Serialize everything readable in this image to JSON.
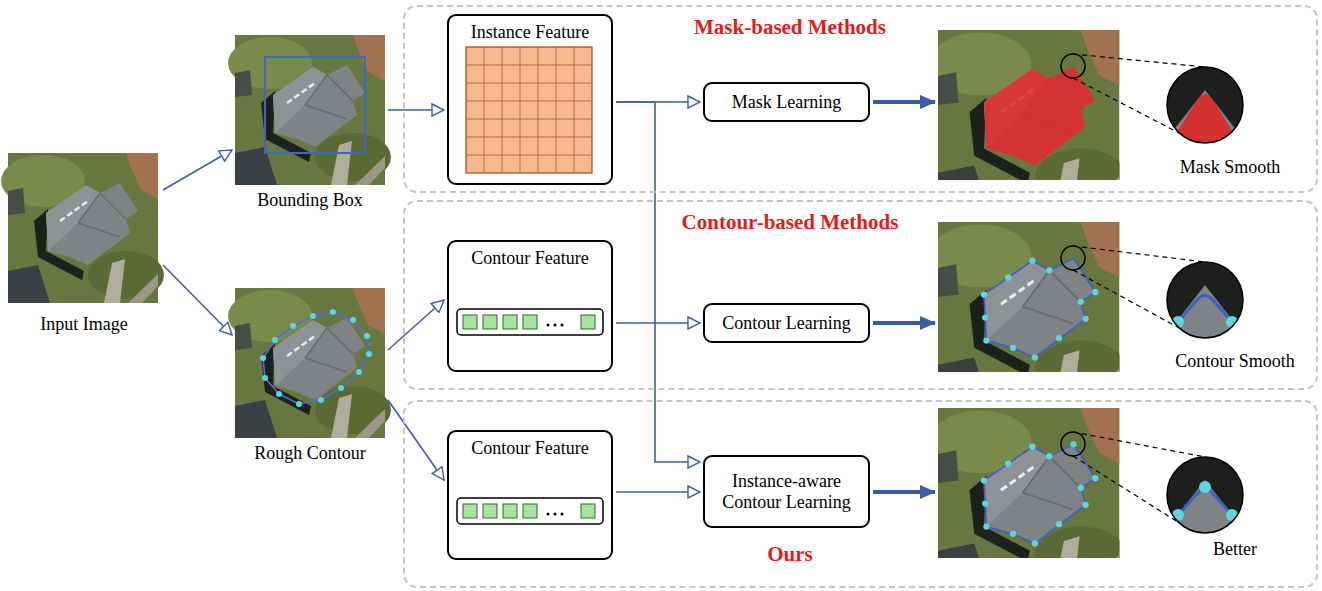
{
  "diagram": {
    "nodes": [
      {
        "text": [
          "Input Image"
        ]
      },
      {
        "text": [
          "Bounding Box"
        ]
      },
      {
        "text": [
          "Rough Contour"
        ]
      },
      {
        "text": [
          "Mask-based Methods"
        ]
      },
      {
        "text": [
          "Instance Feature"
        ],
        "in": 3
      },
      {
        "text": [
          "Mask Learning"
        ],
        "in": 3
      },
      {
        "text": [
          "Mask Smooth"
        ],
        "in": 3
      },
      {
        "text": [
          "Contour-based Methods"
        ]
      },
      {
        "text": [
          "Contour Feature"
        ],
        "in": 7
      },
      {
        "text": [
          "Contour Learning"
        ],
        "in": 7
      },
      {
        "text": [
          "Contour Smooth"
        ],
        "in": 7
      },
      {
        "text": [
          "Ours"
        ]
      },
      {
        "text": [
          "Contour Feature"
        ],
        "in": 11
      },
      {
        "text": [
          "Instance-aware Contour Learning"
        ],
        "in": 11
      },
      {
        "text": [
          "Better"
        ],
        "in": 11
      }
    ],
    "edges": [
      {
        "from": 0,
        "to": 1,
        "arrow": "to"
      },
      {
        "from": 0,
        "to": 2,
        "arrow": "to"
      },
      {
        "from": 1,
        "to": 4,
        "arrow": "to"
      },
      {
        "from": 2,
        "to": 8,
        "arrow": "to"
      },
      {
        "from": 2,
        "to": 12,
        "arrow": "to"
      },
      {
        "from": 4,
        "to": 5,
        "arrow": "to"
      },
      {
        "from": 4,
        "to": 13,
        "arrow": "to"
      },
      {
        "from": 8,
        "to": 9,
        "arrow": "to"
      },
      {
        "from": 12,
        "to": 13,
        "arrow": "to"
      },
      {
        "from": 5,
        "to": 6,
        "arrow": "to"
      },
      {
        "from": 9,
        "to": 10,
        "arrow": "to"
      },
      {
        "from": 13,
        "to": 14,
        "arrow": "to"
      }
    ]
  }
}
